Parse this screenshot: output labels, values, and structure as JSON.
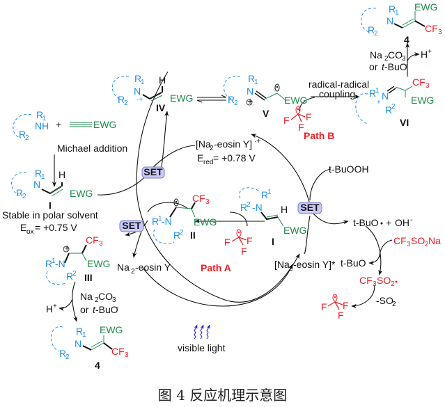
{
  "caption": "图 4 反应机理示意图",
  "colors": {
    "amine": "#1f8fe8",
    "ewg": "#1e8a4a",
    "cf3": "#ee1c24",
    "set_badge_fill": "#c9c9f5",
    "set_badge_stroke": "#7b7bd6",
    "light": "#1a1aee",
    "text": "#111111"
  },
  "labels": {
    "set": "SET",
    "michael_addition": "Michael addition",
    "stable": "Stable in polar solvent",
    "eox_prefix": "E",
    "eox_sub": "ox",
    "eox_value": "= +0.75 V",
    "ered_prefix": "E",
    "ered_sub": "red",
    "ered_value": "= +0.78 V",
    "eosin_radical_cation": "[Na",
    "eosin_radical_cation_rest": "-eosin Y]",
    "eosin_radical_cation_charge": "·+",
    "eosin_ground": "Na",
    "eosin_ground_rest": "-eosin Y",
    "eosin_excited": "[Na",
    "eosin_excited_rest": "-eosin Y]*",
    "sub2": "2",
    "visible_light": "visible light",
    "tbuooh": "t-BuOOH",
    "tbuo_radical": "t-BuO",
    "plus": "+",
    "oh": "OH",
    "minus": "-",
    "tbuo_anion": "t-BuO",
    "cf3so2na_a": "CF",
    "cf3so2na_b": "SO",
    "cf3so2na_c": "Na",
    "cf3so2_radical_a": "CF",
    "cf3so2_radical_b": "SO",
    "so2_loss": "-SO",
    "path_a": "Path A",
    "path_b": "Path B",
    "radical_coupling_1": "radical-radical",
    "radical_coupling_2": "coupling",
    "base_1a": "Na",
    "base_1b": "CO",
    "base_2a": "or ",
    "base_2b": "t",
    "base_2c": "-BuO",
    "h_plus": "H",
    "h_plus_sup": "+",
    "three": "3",
    "two": "2",
    "ewg": "EWG",
    "cf": "CF",
    "h": "H",
    "nh": "NH",
    "n": "N",
    "r": "R",
    "one": "1",
    "f": "F"
  },
  "compounds": {
    "I": "I",
    "II": "II",
    "III": "III",
    "IV": "IV",
    "V": "V",
    "VI": "VI",
    "product_top": "4",
    "product_bottom": "4"
  }
}
